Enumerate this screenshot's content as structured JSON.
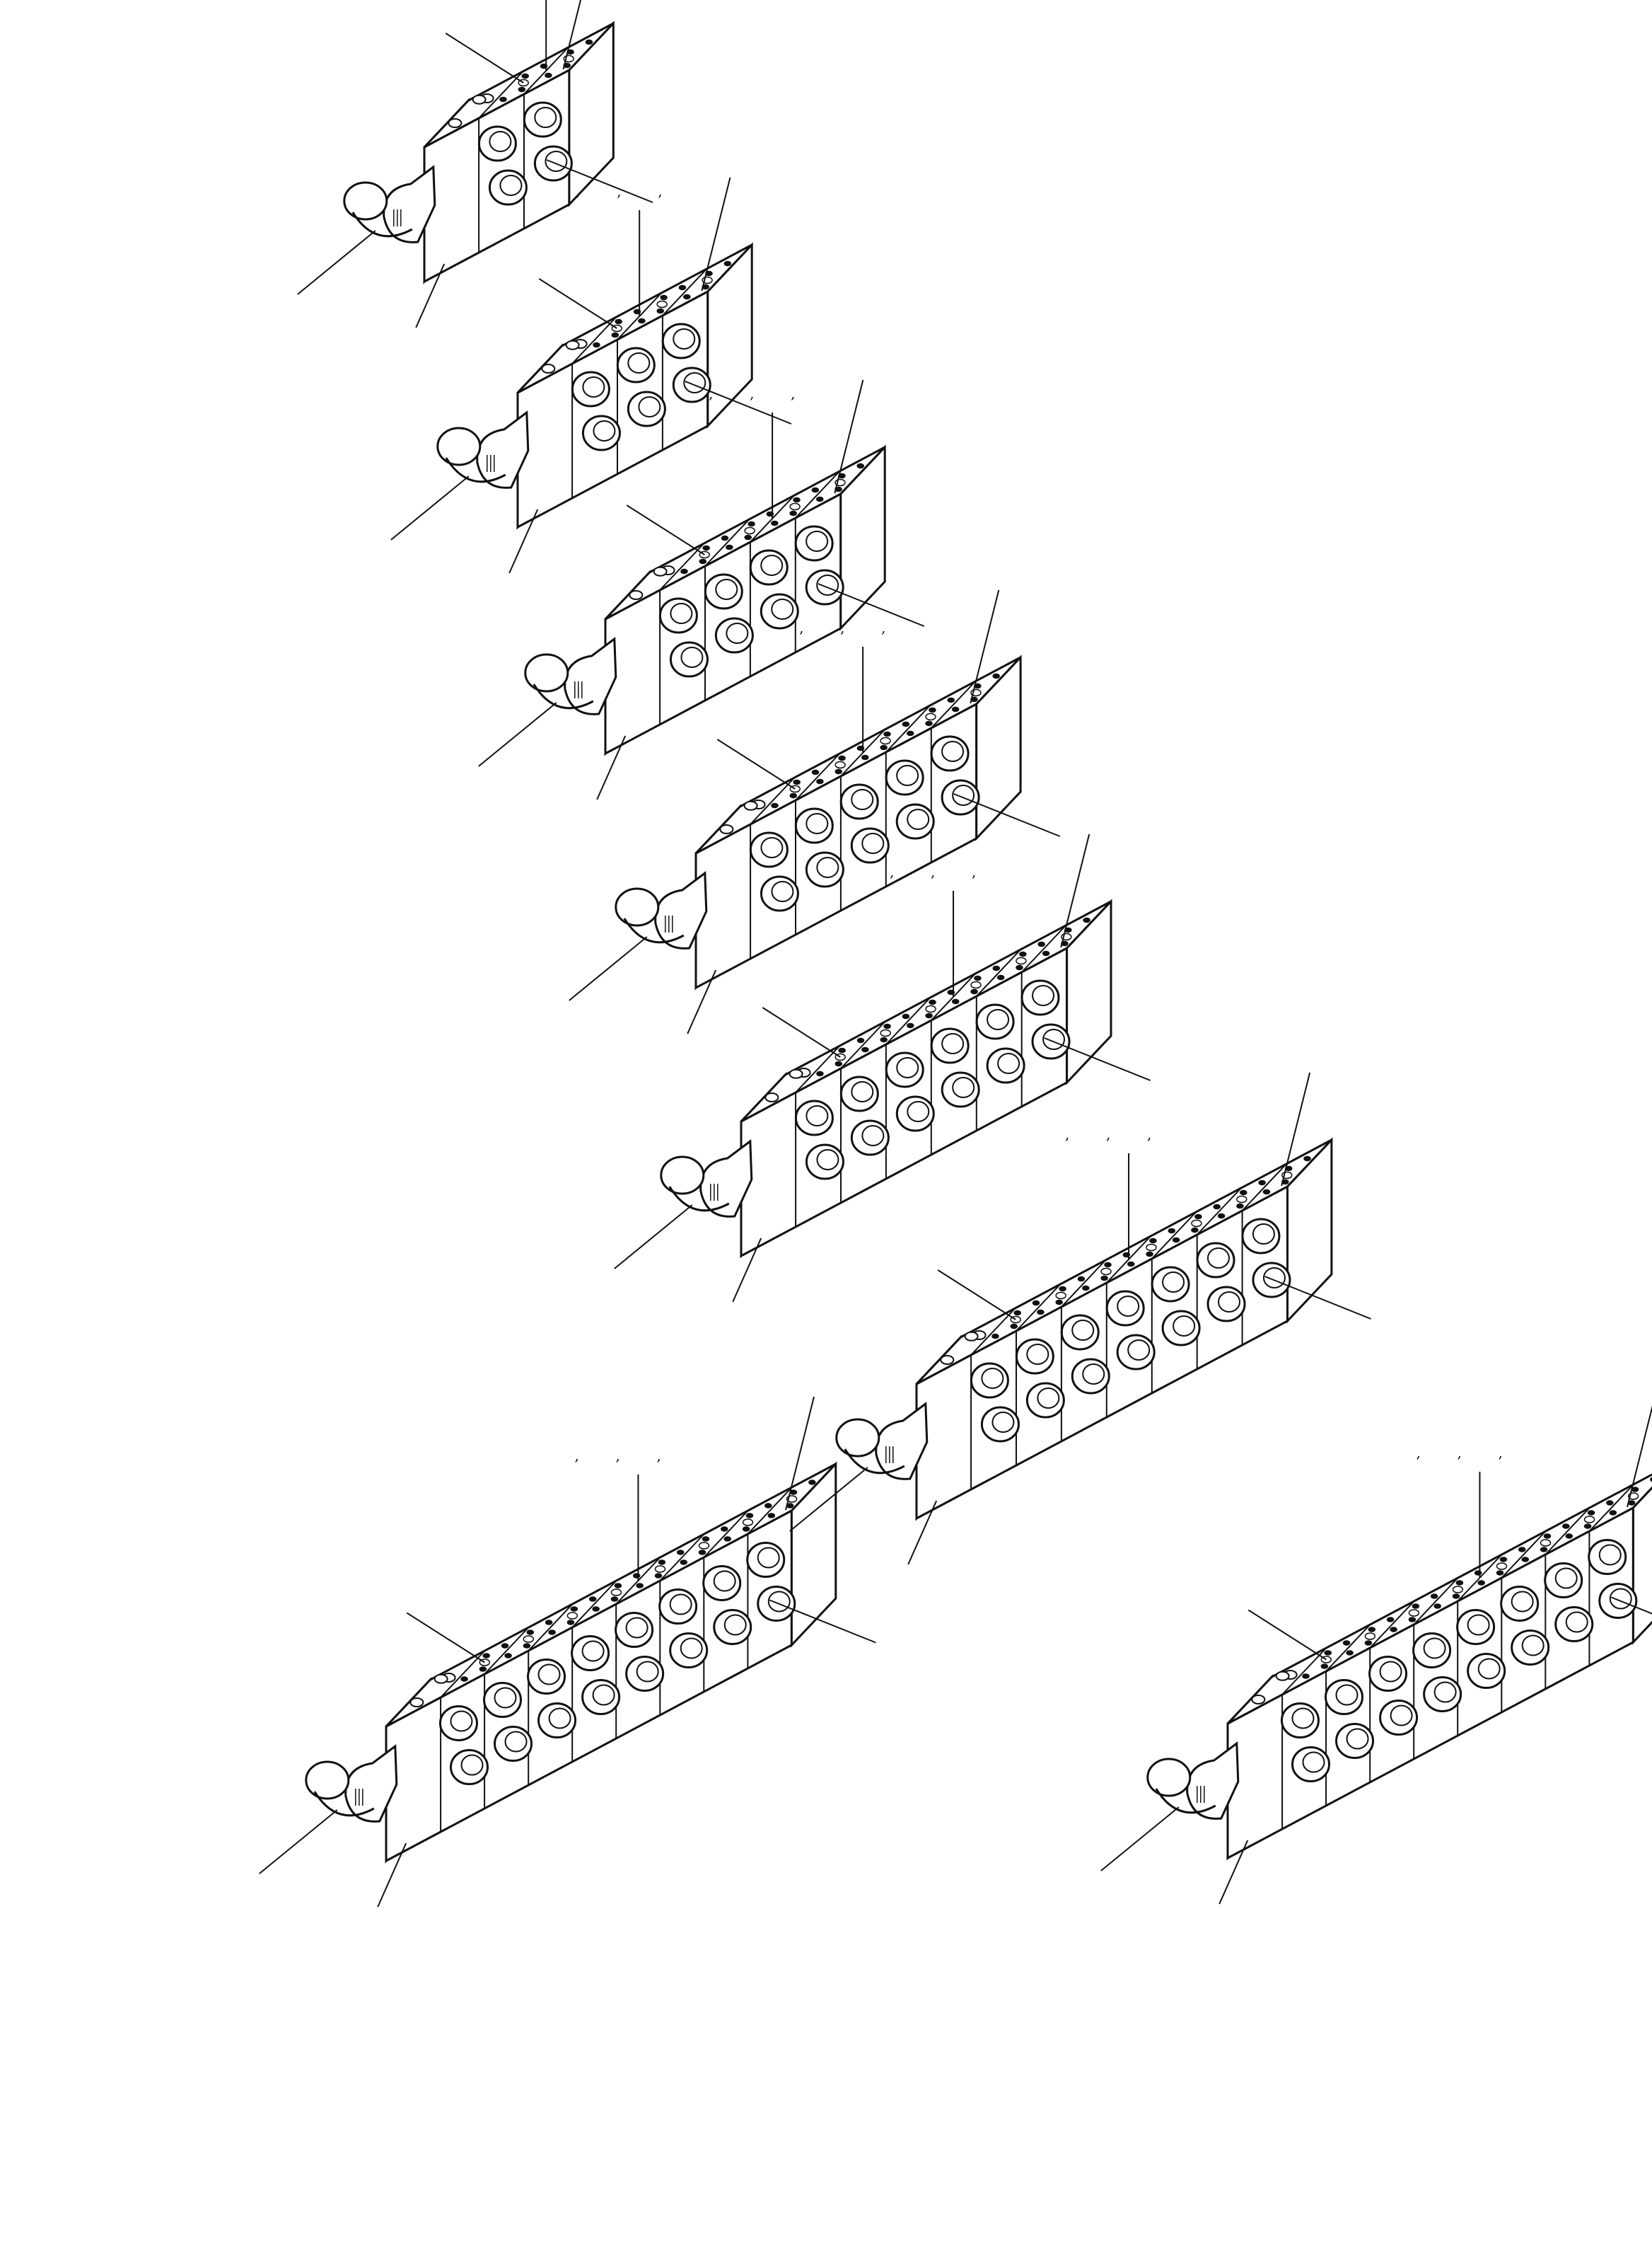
{
  "diagram": {
    "kind": "exploded parts illustration",
    "line_color": "#111111",
    "background": "#ffffff",
    "assemblies": [
      {
        "name": "valve-block-2-section",
        "sections": 2
      },
      {
        "name": "valve-block-3-section",
        "sections": 3
      },
      {
        "name": "valve-block-4-section",
        "sections": 4
      },
      {
        "name": "valve-block-5-section",
        "sections": 5
      },
      {
        "name": "valve-block-6-section",
        "sections": 6
      },
      {
        "name": "valve-block-7-section",
        "sections": 7
      },
      {
        "name": "valve-block-8-section-left",
        "sections": 8
      },
      {
        "name": "valve-block-8-section-right",
        "sections": 8
      }
    ],
    "callout_separator": ","
  }
}
